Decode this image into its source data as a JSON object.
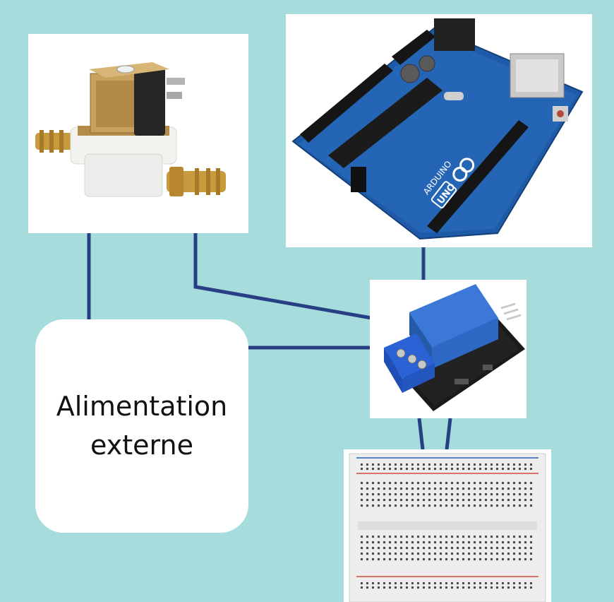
{
  "power_label_line1": "Alimentation",
  "power_label_line2": "externe",
  "arduino_brand": "ARDUINO",
  "arduino_model": "UNO",
  "colors": {
    "background": "#a6dcdc",
    "wire": "#283f86",
    "arduino_board": "#1f5aa8",
    "relay_module": "#2d68c4",
    "terminal_block": "#2a62d6",
    "brass": "#c79a3e"
  },
  "icons": [
    "solenoid-valve-icon",
    "arduino-board-icon",
    "relay-module-icon",
    "breadboard-icon"
  ]
}
